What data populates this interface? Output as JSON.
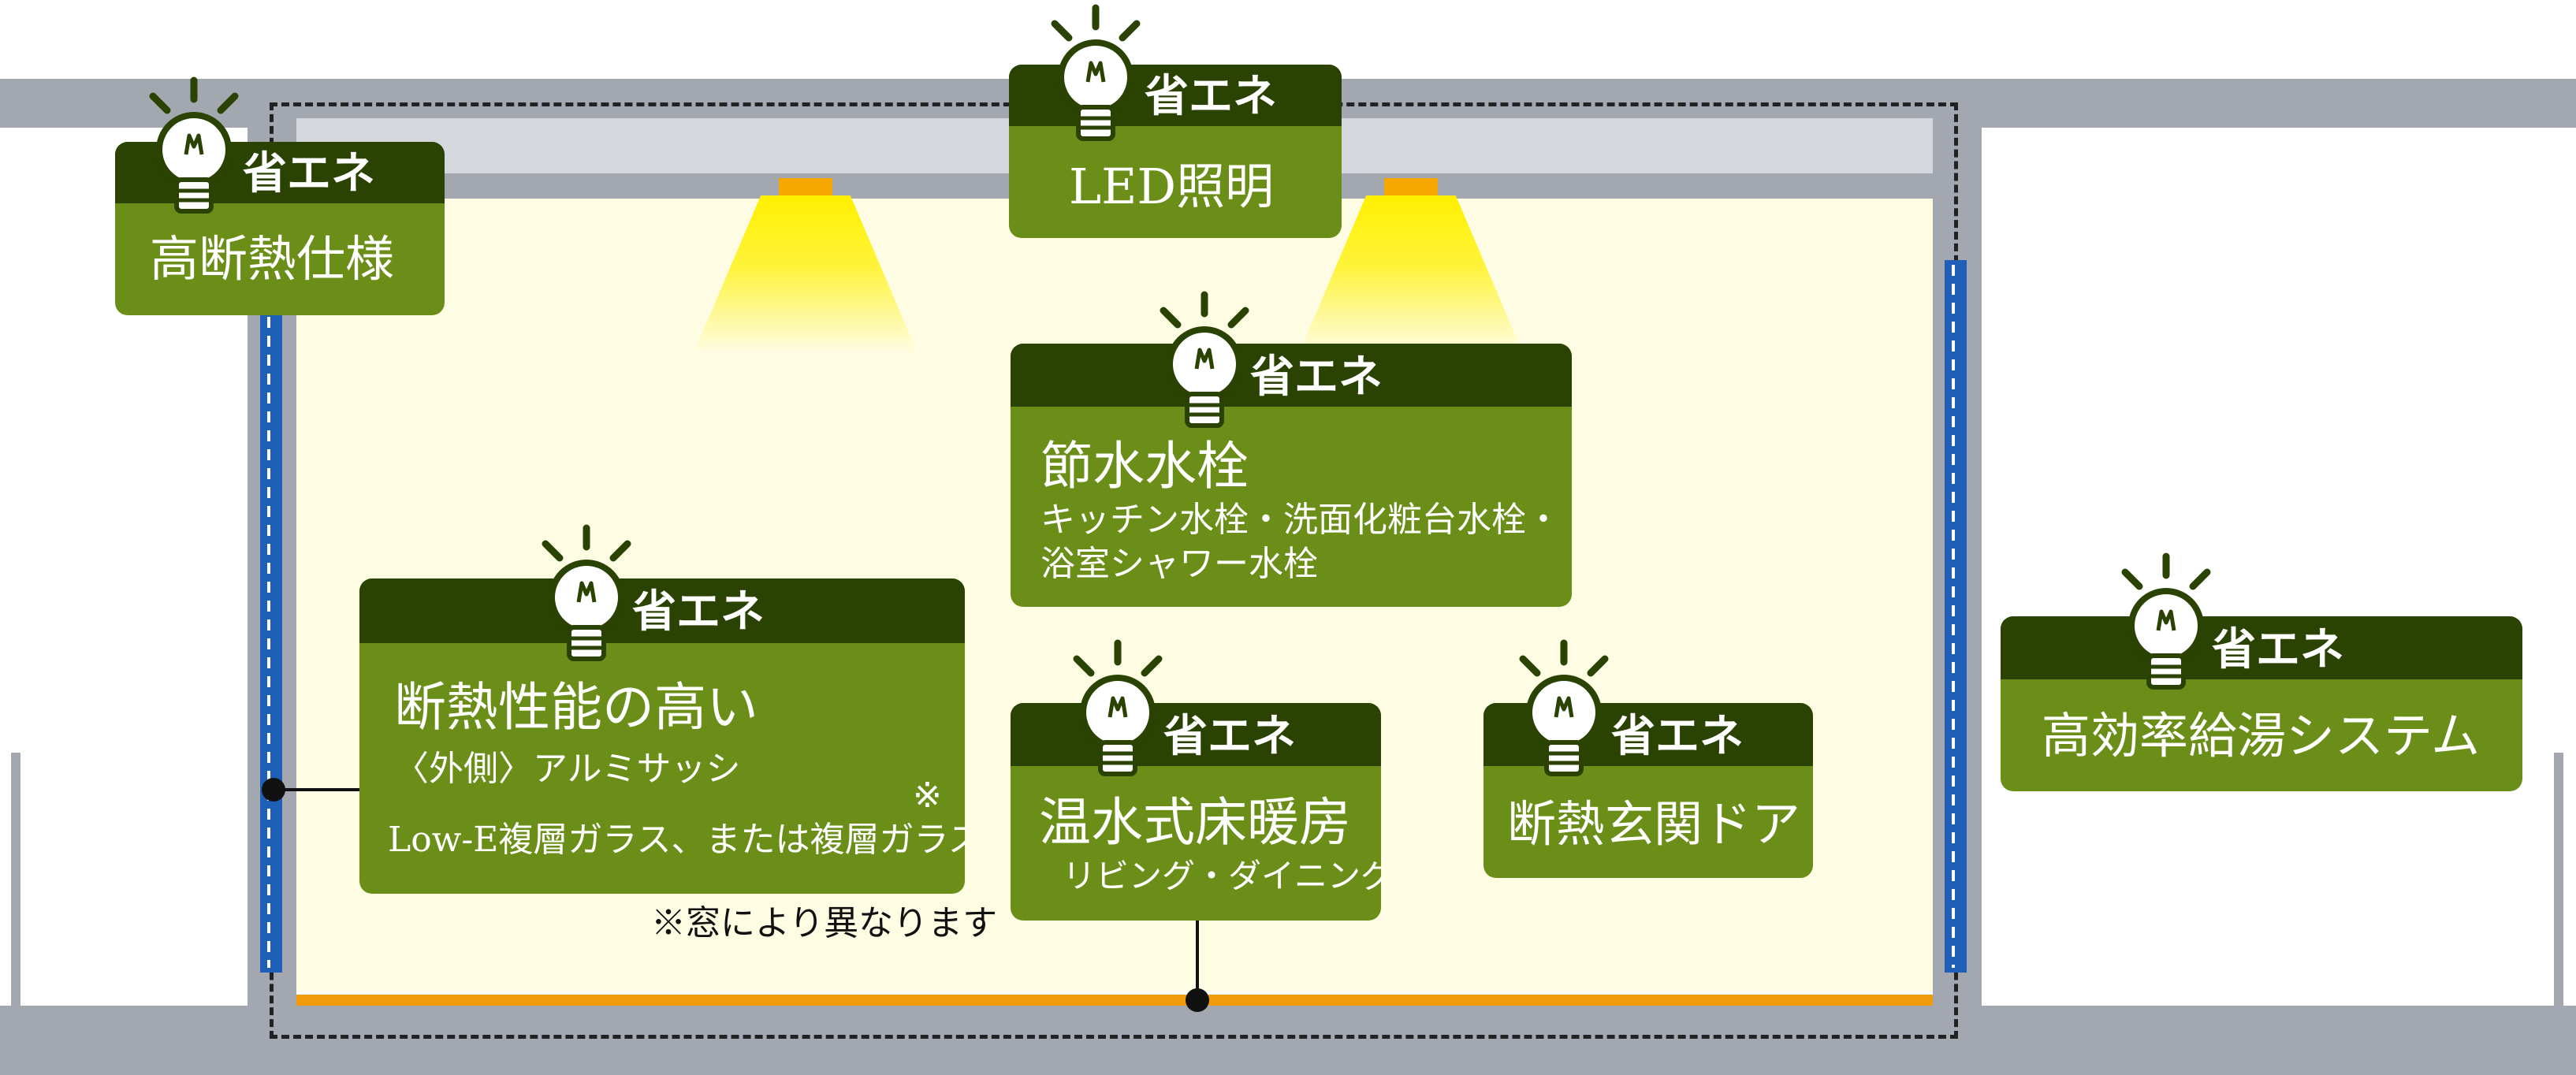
{
  "diagram": {
    "badge_label": "省エネ",
    "labels": {
      "insulation": {
        "badge": "省エネ",
        "title": "高断熱仕様"
      },
      "led": {
        "badge": "省エネ",
        "title": "LED照明"
      },
      "faucet": {
        "badge": "省エネ",
        "title": "節水水栓",
        "line1": "キッチン水栓・洗面化粧台水栓・",
        "line2": "浴室シャワー水栓"
      },
      "sash": {
        "badge": "省エネ",
        "title": "断熱性能の高い",
        "line1": "〈外側〉アルミサッシ",
        "line2": "Low-E複層ガラス、または複層ガラス",
        "mark": "※"
      },
      "floorheat": {
        "badge": "省エネ",
        "title": "温水式床暖房",
        "sub": "リビング・ダイニング"
      },
      "door": {
        "badge": "省エネ",
        "title": "断熱玄関ドア"
      },
      "water_heater": {
        "badge": "省エネ",
        "title": "高効率給湯システム"
      }
    },
    "footnote": "※窓により異なります"
  },
  "colors": {
    "card_green": "#6b8e19",
    "card_header": "#2a4302",
    "structure_gray": "#a3a7b0",
    "room_fill": "#fefde4",
    "floor_heating": "#f29b0a",
    "window_blue": "#1f5fb8",
    "light_yellow": "#fff000"
  },
  "icons": [
    "lightbulb-icon"
  ]
}
